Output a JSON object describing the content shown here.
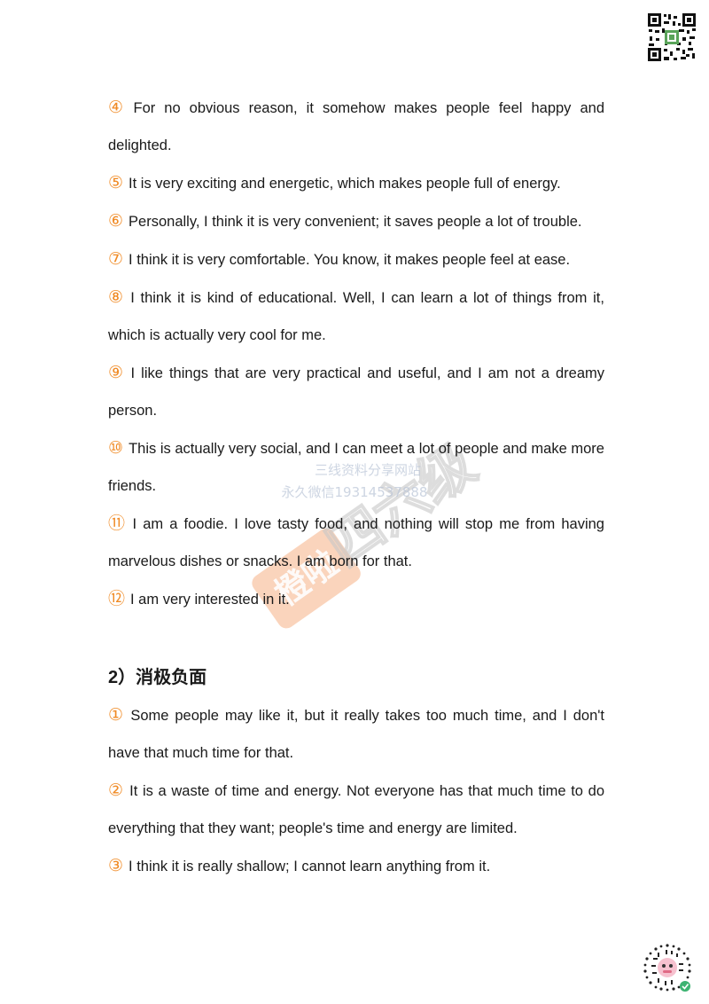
{
  "positive_items": [
    {
      "num": "④",
      "text": "For no obvious reason, it somehow makes people feel happy and delighted."
    },
    {
      "num": "⑤",
      "text": "It is very exciting and energetic, which makes people full of energy."
    },
    {
      "num": "⑥",
      "text": "Personally, I think it is very convenient; it saves people a lot of trouble."
    },
    {
      "num": "⑦",
      "text": "I think it is very comfortable. You know, it makes people feel at ease."
    },
    {
      "num": "⑧",
      "text": "I think it is kind of educational. Well, I can learn a lot of things from it, which is actually very cool for me."
    },
    {
      "num": "⑨",
      "text": "I like things that are very practical and useful, and I am not a dreamy person."
    },
    {
      "num": "⑩",
      "text": "This is actually very social, and I can meet a lot of people and make more friends."
    },
    {
      "num": "⑪",
      "text": "I am a foodie. I love tasty food, and nothing will stop me from having marvelous dishes or snacks. I am born for that."
    },
    {
      "num": "⑫",
      "text": "I am very interested in it."
    }
  ],
  "section": {
    "heading": "2）消极负面"
  },
  "negative_items": [
    {
      "num": "①",
      "text": "Some people may like it, but it really takes too much time, and I don't have that much time for that."
    },
    {
      "num": "②",
      "text": "It is a waste of time and energy. Not everyone has that much time to do everything that they want; people's time and energy are limited."
    },
    {
      "num": "③",
      "text": "I think it is really shallow; I cannot learn anything from it."
    }
  ],
  "watermark": {
    "badge": "橙啦",
    "main": "四六级",
    "line1": "三线资料分享网站",
    "line2": "永久微信19314537888"
  },
  "colors": {
    "accent": "#f08a24",
    "text": "#1a1a1a",
    "watermark": "#f4a06a"
  },
  "icons": {
    "top": "qr-code-icon",
    "bottom": "mini-program-code-icon"
  }
}
